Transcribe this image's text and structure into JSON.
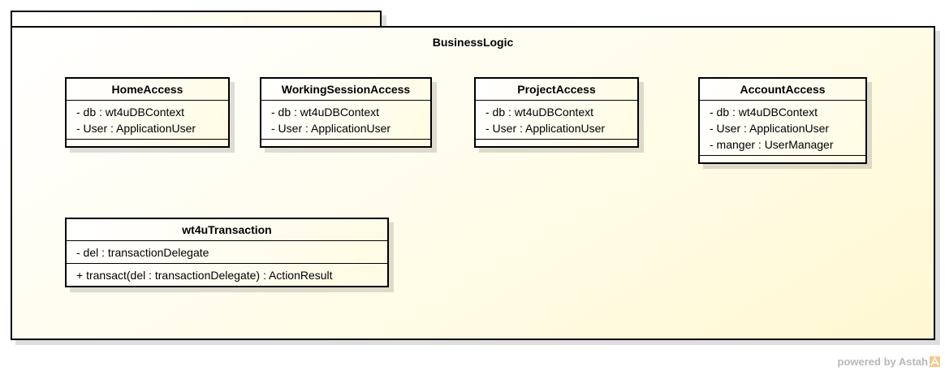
{
  "package": {
    "name": "BusinessLogic"
  },
  "classes": [
    {
      "name": "HomeAccess",
      "attributes": [
        "- db : wt4uDBContext",
        "- User : ApplicationUser"
      ],
      "operations": []
    },
    {
      "name": "WorkingSessionAccess",
      "attributes": [
        "- db : wt4uDBContext",
        "- User : ApplicationUser"
      ],
      "operations": []
    },
    {
      "name": "ProjectAccess",
      "attributes": [
        "- db : wt4uDBContext",
        "- User : ApplicationUser"
      ],
      "operations": []
    },
    {
      "name": "AccountAccess",
      "attributes": [
        "- db : wt4uDBContext",
        "- User : ApplicationUser",
        "- manger : UserManager"
      ],
      "operations": []
    },
    {
      "name": "wt4uTransaction",
      "attributes": [
        "- del : transactionDelegate"
      ],
      "operations": [
        "+ transact(del : transactionDelegate) : ActionResult"
      ]
    }
  ],
  "watermark": {
    "text": "powered by Astah"
  }
}
